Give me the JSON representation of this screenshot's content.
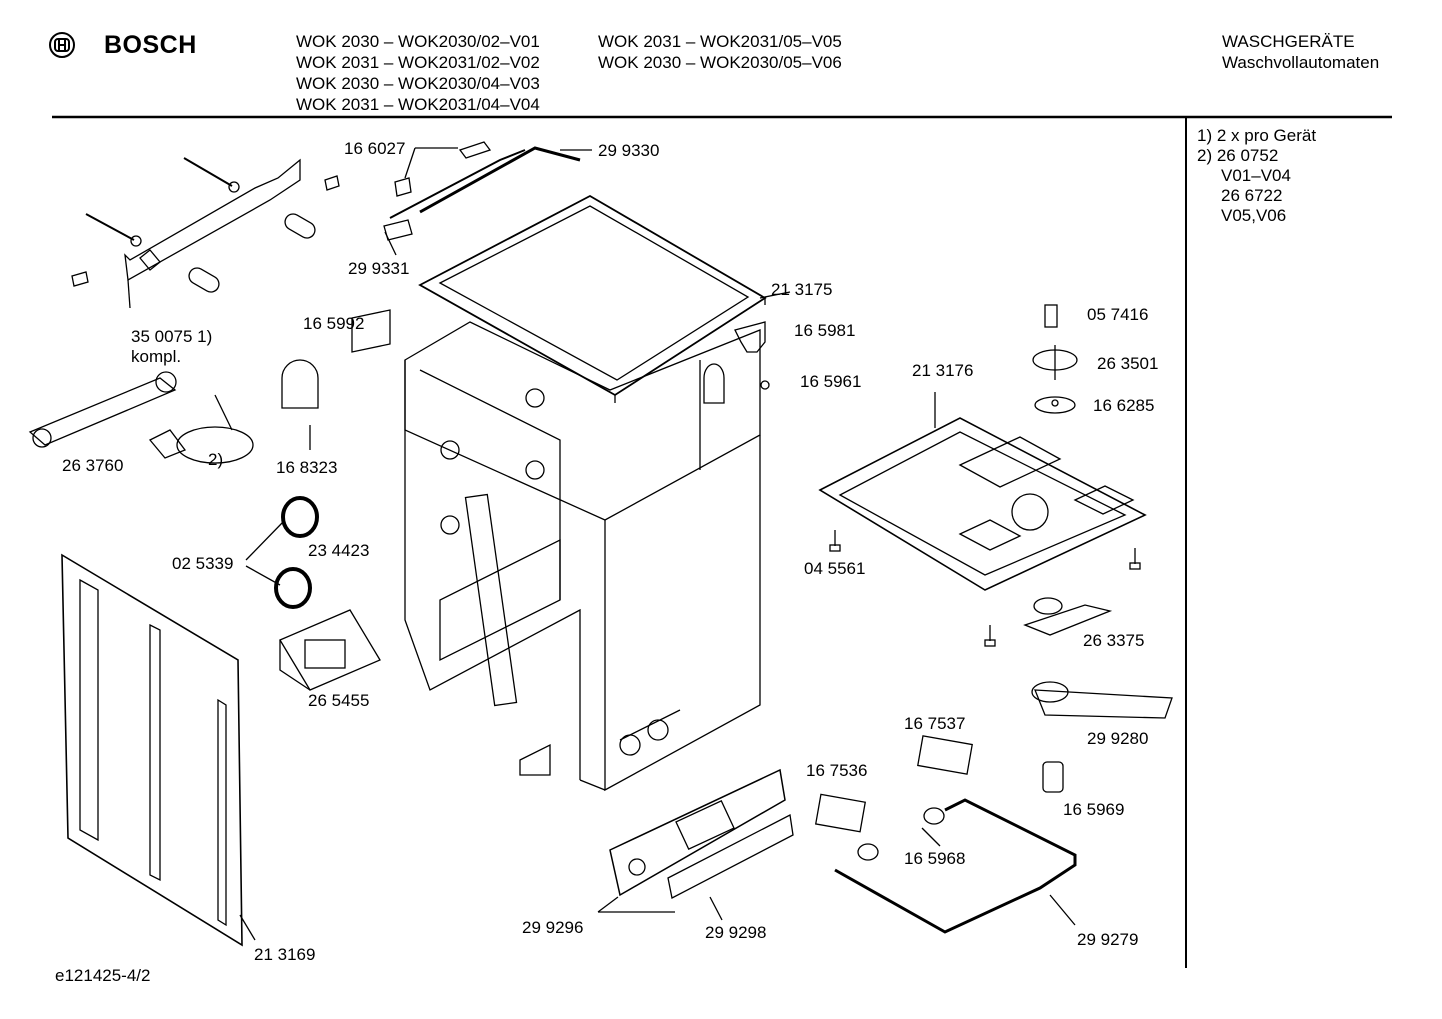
{
  "header": {
    "brand": "BOSCH",
    "models_col1": [
      "WOK 2030 – WOK2030/02–V01",
      "WOK 2031 – WOK2031/02–V02",
      "WOK 2030 – WOK2030/04–V03",
      "WOK 2031 – WOK2031/04–V04"
    ],
    "models_col2": [
      "WOK 2031 – WOK2031/05–V05",
      "WOK 2030 – WOK2030/05–V06"
    ],
    "category_line1": "WASCHGERÄTE",
    "category_line2": "Waschvollautomaten"
  },
  "notes": [
    "1) 2 x pro Gerät",
    "2) 26 0752",
    "V01–V04",
    "26 6722",
    "V05,V06"
  ],
  "footer": {
    "drawing_id": "e121425-4/2"
  },
  "callouts": [
    {
      "id": "c-166027",
      "text": "16 6027"
    },
    {
      "id": "c-299330",
      "text": "29 9330"
    },
    {
      "id": "c-299331",
      "text": "29 9331"
    },
    {
      "id": "c-350075",
      "text": "35 0075 1)"
    },
    {
      "id": "c-kompl",
      "text": "kompl."
    },
    {
      "id": "c-213175",
      "text": "21 3175"
    },
    {
      "id": "c-165992",
      "text": "16 5992"
    },
    {
      "id": "c-165981",
      "text": "16 5981"
    },
    {
      "id": "c-057416",
      "text": "05 7416"
    },
    {
      "id": "c-263501",
      "text": "26 3501"
    },
    {
      "id": "c-165961",
      "text": "16 5961"
    },
    {
      "id": "c-213176",
      "text": "21 3176"
    },
    {
      "id": "c-166285",
      "text": "16 6285"
    },
    {
      "id": "c-263760",
      "text": "26 3760"
    },
    {
      "id": "c-note2",
      "text": "2)"
    },
    {
      "id": "c-168323",
      "text": "16 8323"
    },
    {
      "id": "c-025339",
      "text": "02 5339"
    },
    {
      "id": "c-234423",
      "text": "23 4423"
    },
    {
      "id": "c-045561",
      "text": "04 5561"
    },
    {
      "id": "c-265455",
      "text": "26 5455"
    },
    {
      "id": "c-263375",
      "text": "26 3375"
    },
    {
      "id": "c-167537",
      "text": "16 7537"
    },
    {
      "id": "c-299280",
      "text": "29 9280"
    },
    {
      "id": "c-167536",
      "text": "16 7536"
    },
    {
      "id": "c-165969",
      "text": "16 5969"
    },
    {
      "id": "c-165968",
      "text": "16 5968"
    },
    {
      "id": "c-299296",
      "text": "29 9296"
    },
    {
      "id": "c-299298",
      "text": "29 9298"
    },
    {
      "id": "c-299279",
      "text": "29 9279"
    },
    {
      "id": "c-213169",
      "text": "21 3169"
    }
  ]
}
